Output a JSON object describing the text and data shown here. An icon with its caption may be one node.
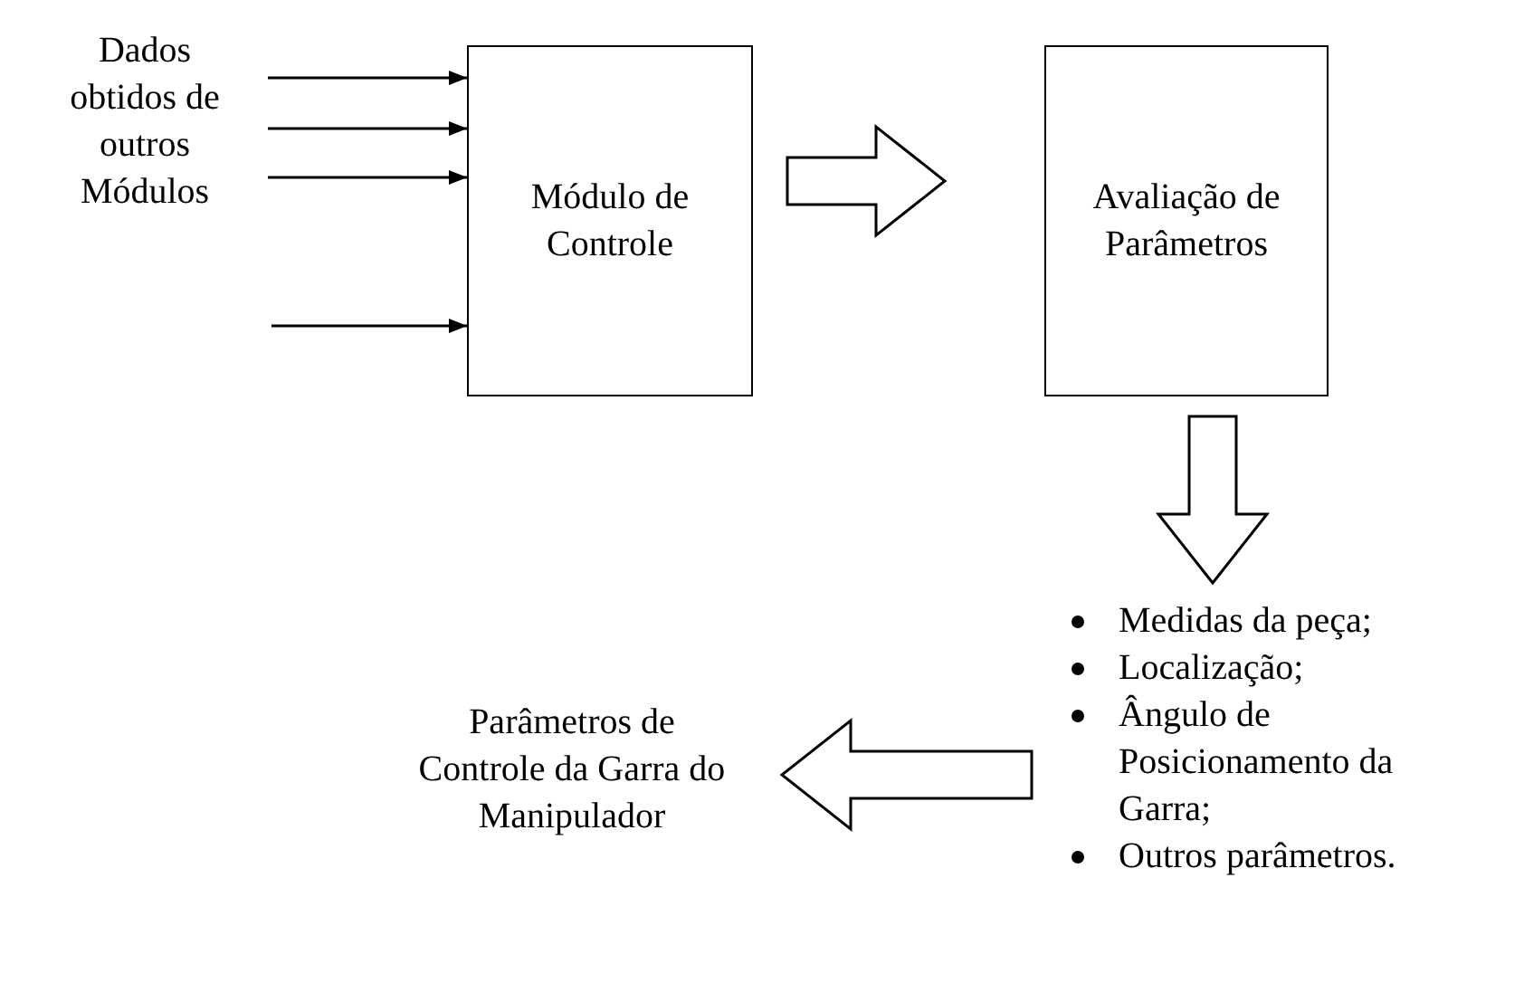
{
  "diagram": {
    "nodes": [
      {
        "text": [
          "Dados obtidos de outros Módulos"
        ]
      },
      {
        "text": [
          "Módulo de Controle"
        ]
      },
      {
        "text": [
          "Avaliação de Parâmetros"
        ]
      },
      {
        "text": [
          "Medidas da peça;",
          "Localização;",
          "Ângulo de Posicionamento da Garra;",
          "Outros parâmetros."
        ]
      },
      {
        "text": [
          "Parâmetros de Controle da Garra do Manipulador"
        ]
      }
    ],
    "edges": [
      {
        "from": 0,
        "to": 1,
        "arrow": "to"
      },
      {
        "from": 0,
        "to": 1,
        "arrow": "to"
      },
      {
        "from": 0,
        "to": 1,
        "arrow": "to"
      },
      {
        "from": null,
        "to": 1,
        "arrow": "to"
      },
      {
        "from": 1,
        "to": 2,
        "arrow": "to",
        "style": "thick"
      },
      {
        "from": 2,
        "to": 3,
        "arrow": "to",
        "style": "thick"
      },
      {
        "from": 3,
        "to": 4,
        "arrow": "to",
        "style": "thick"
      }
    ]
  }
}
